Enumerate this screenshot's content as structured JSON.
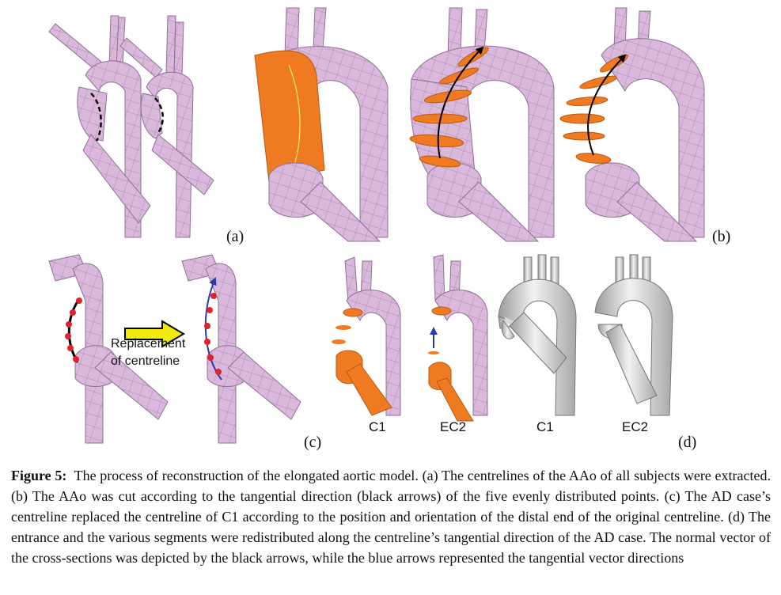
{
  "figure": {
    "panels": {
      "a": "(a)",
      "b": "(b)",
      "c": "(c)",
      "d": "(d)"
    },
    "replacement_text": [
      "Replacement",
      "of centreline"
    ],
    "model_labels": {
      "c_left": "C1",
      "c_right": "EC2",
      "d_left": "C1",
      "d_right": "EC2"
    },
    "colors": {
      "mesh": "#d9b8dc",
      "mesh_line": "#8f7295",
      "cut": "#f07a21",
      "arrow_black": "#000000",
      "arrow_blue": "#2a3bb0",
      "point_red": "#e0222b",
      "gray_model": "#d8d8d8",
      "yellow_arrow": "#f2ea0d"
    }
  },
  "caption": {
    "head": "Figure 5:",
    "text": "The process of reconstruction of the elongated aortic model. (a) The centrelines of the AAo of all subjects were extracted. (b) The AAo was cut according to the tangential direction (black arrows) of the five evenly distributed points. (c) The AD case’s centreline replaced the centreline of C1 according to the position and orientation of the distal end of the original centreline. (d) The entrance and the various segments were redistributed along the centreline’s tangential direction of the AD case. The normal vector of the cross-sections was depicted by the black arrows, while the blue arrows represented the tangential vector directions"
  }
}
